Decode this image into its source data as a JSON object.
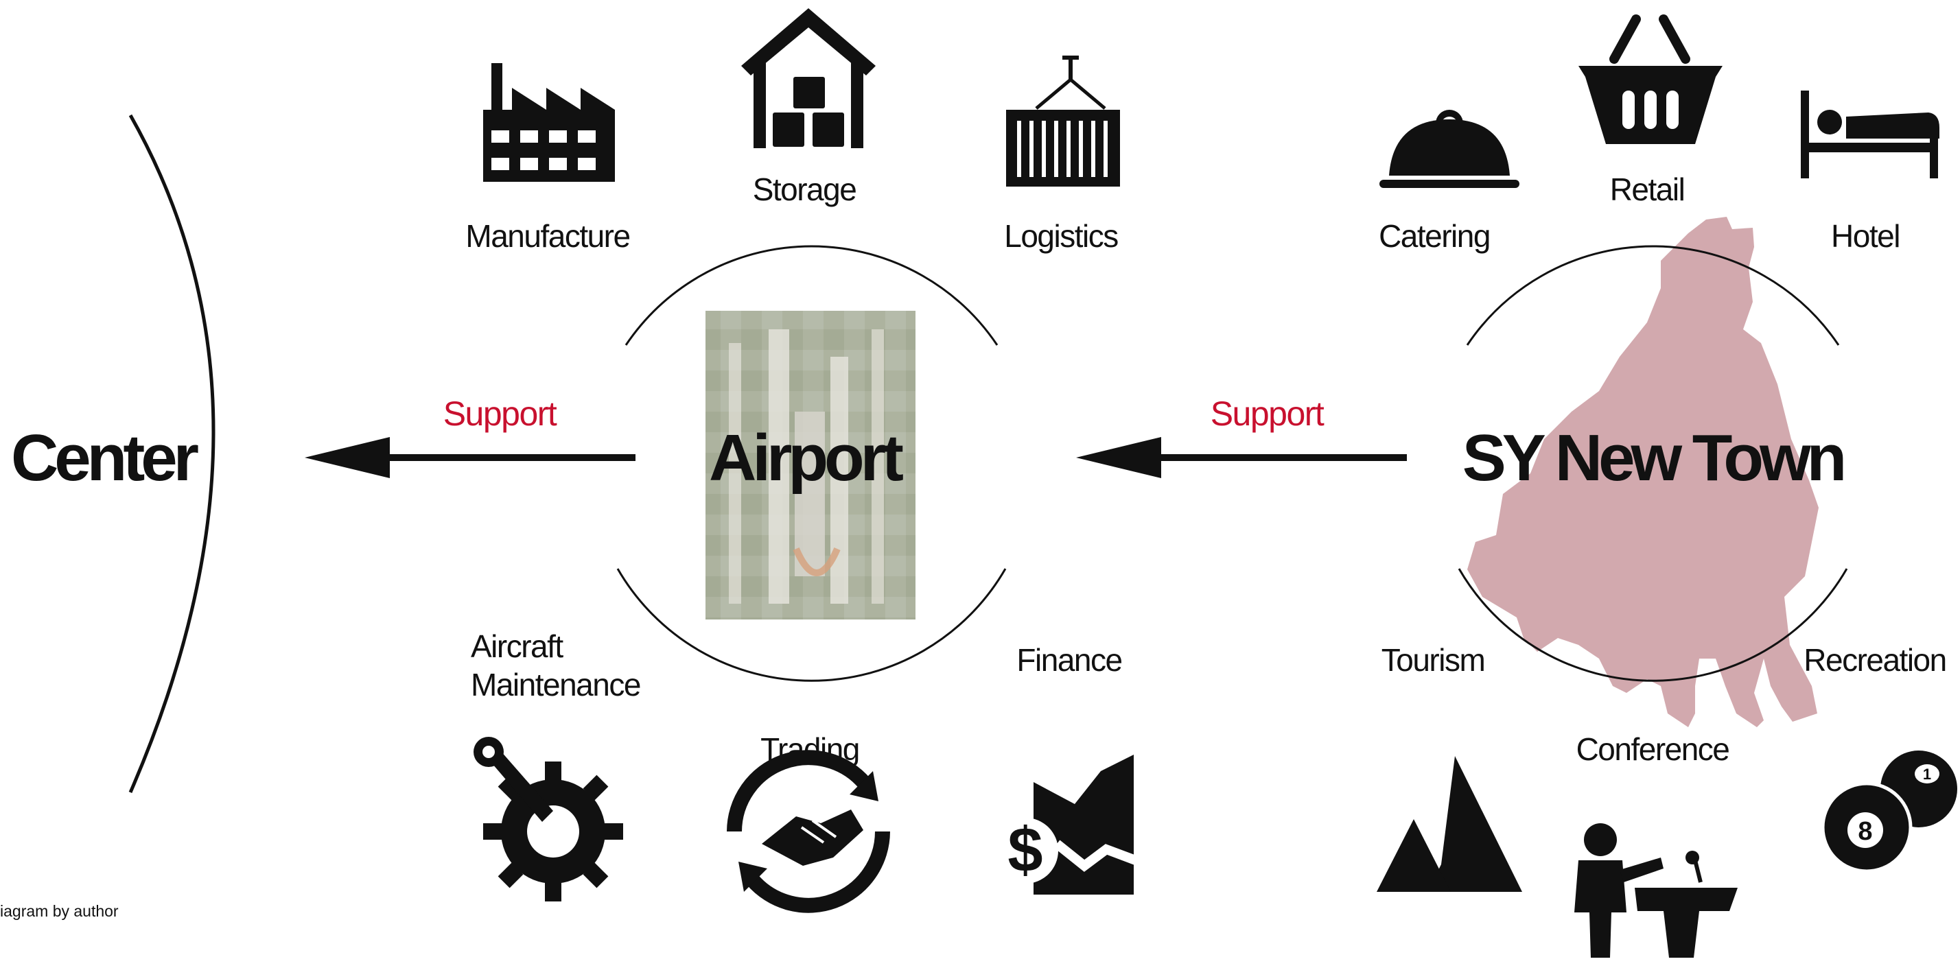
{
  "nodes": {
    "center": "Center",
    "airport": "Airport",
    "new_town": "SY New Town"
  },
  "arrows": {
    "left_label": "Support",
    "right_label": "Support",
    "accent_color": "#c8102e"
  },
  "airport_functions": {
    "manufacture": "Manufacture",
    "storage": "Storage",
    "logistics": "Logistics",
    "aircraft_maintenance": [
      "Aircraft",
      "Maintenance"
    ],
    "trading": "Trading",
    "finance": "Finance"
  },
  "new_town_functions": {
    "catering": "Catering",
    "retail": "Retail",
    "hotel": "Hotel",
    "tourism": "Tourism",
    "conference": "Conference",
    "recreation": "Recreation"
  },
  "icons": {
    "manufacture": "factory-icon",
    "storage": "warehouse-icon",
    "logistics": "container-icon",
    "aircraft_maintenance": "wrench-gear-icon",
    "trading": "handshake-icon",
    "finance": "money-chart-icon",
    "catering": "cloche-icon",
    "retail": "basket-icon",
    "hotel": "bed-icon",
    "tourism": "mountain-icon",
    "conference": "speaker-podium-icon",
    "recreation": "billiard-balls-icon"
  },
  "credit": "iagram by author"
}
